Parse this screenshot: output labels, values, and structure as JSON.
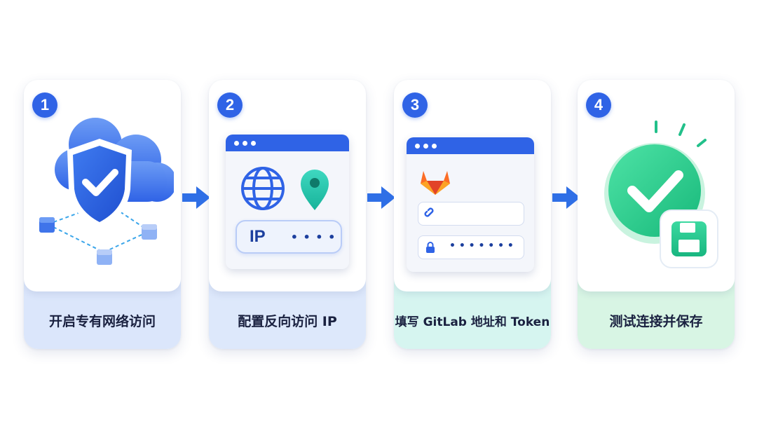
{
  "steps": [
    {
      "number": "1",
      "label": "开启专有网络访问",
      "band_color": "#dbe6fb"
    },
    {
      "number": "2",
      "label": "配置反向访问 IP",
      "band_color": "#dde8fb",
      "ip_text": "IP",
      "mask_dots": "• • • •"
    },
    {
      "number": "3",
      "label": "填写 GitLab 地址和 Token",
      "band_color": "#d6f5f0",
      "mask_dots": "• • • • • • •"
    },
    {
      "number": "4",
      "label": "测试连接并保存",
      "band_color": "#d8f5e4"
    }
  ],
  "colors": {
    "accent_blue": "#2f63e6",
    "teal": "#22c3a3",
    "green": "#2bcf8a"
  },
  "icons": [
    "cloud-icon",
    "shield-check-icon",
    "globe-icon",
    "location-pin-icon",
    "gitlab-logo-icon",
    "link-icon",
    "lock-icon",
    "check-circle-icon",
    "save-icon",
    "arrow-right-icon"
  ]
}
